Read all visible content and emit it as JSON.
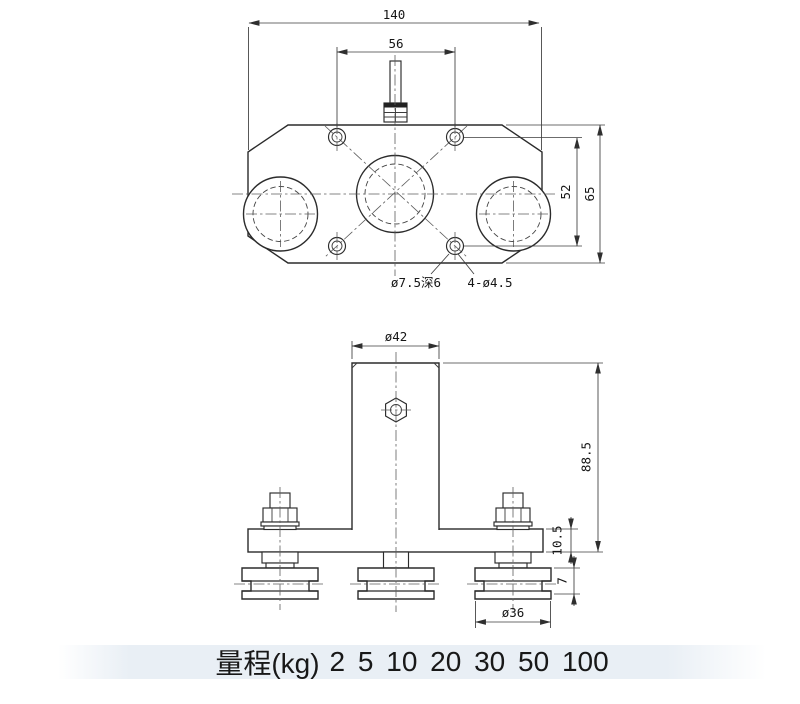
{
  "top_view": {
    "dim_overall_width": "140",
    "dim_hole_spacing_x": "56",
    "dim_hole_spacing_y": "52",
    "dim_overall_depth": "65",
    "label_counterbore": "ø7.5深6",
    "label_through_holes": "4-ø4.5"
  },
  "front_view": {
    "dim_cylinder_diameter": "ø42",
    "dim_overall_height": "88.5",
    "dim_plate_thickness": "10.5",
    "dim_groove_width": "7",
    "dim_roller_diameter": "ø36"
  },
  "capacity_strip": {
    "label": "量程(kg)",
    "values": [
      "2",
      "5",
      "10",
      "20",
      "30",
      "50",
      "100"
    ],
    "values_display": "2 5 10 20 30 50 100"
  }
}
